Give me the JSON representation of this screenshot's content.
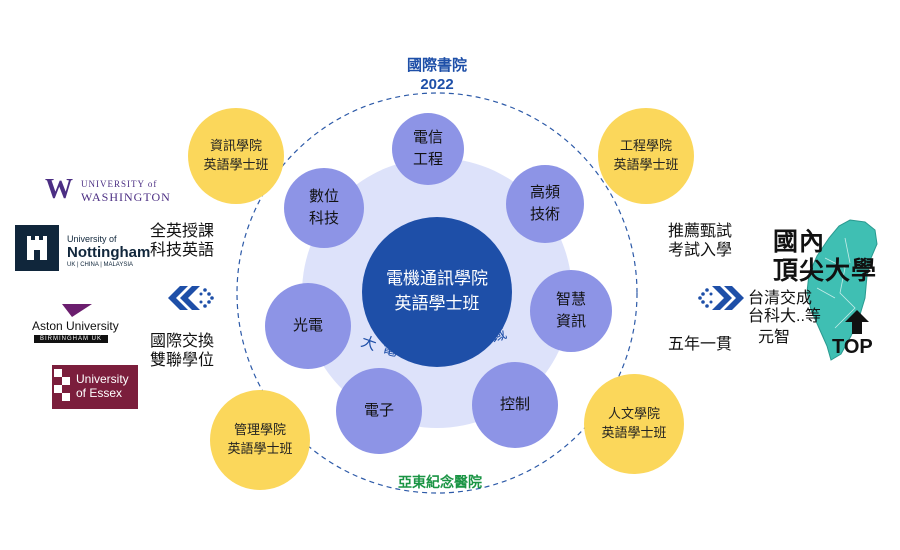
{
  "diagram": {
    "top_label": "國際書院\n2022",
    "bottom_label": "亞東紀念醫院",
    "hub": "電機通訊學院\n英語學士班",
    "domain_arc": "大電機專業領域",
    "inner_nodes": [
      "電信\n工程",
      "高頻\n技術",
      "智慧\n資訊",
      "控制",
      "電子",
      "光電",
      "數位\n科技"
    ],
    "outer_nodes": [
      "資訊學院\n英語學士班",
      "工程學院\n英語學士班",
      "人文學院\n英語學士班",
      "管理學院\n英語學士班"
    ]
  },
  "left": {
    "text_top": "全英授課\n科技英語",
    "text_bottom": "國際交換\n雙聯學位",
    "logos": {
      "washington": {
        "line1": "UNIVERSITY of",
        "line2": "WASHINGTON",
        "mark": "W"
      },
      "nottingham": {
        "line1": "University of",
        "line2": "Nottingham",
        "line3": "UK | CHINA | MALAYSIA"
      },
      "aston": {
        "line1": "Aston University",
        "line2": "BIRMINGHAM UK"
      },
      "essex": {
        "line1": "University",
        "line2": "of Essex"
      }
    }
  },
  "right": {
    "text_top": "推薦甄試\n考試入學",
    "text_bottom": "五年一貫",
    "headline": "國內\n頂尖大學",
    "schools": "台清交成\n台科大..等",
    "schools_extra": "元智",
    "top_label": "TOP"
  },
  "colors": {
    "navy": "#1e4fa8",
    "yellow": "#fbd75b",
    "purple": "#8d94e6",
    "lavender": "#dde2fa",
    "green": "#1a9444",
    "teal": "#3fbfb3"
  }
}
